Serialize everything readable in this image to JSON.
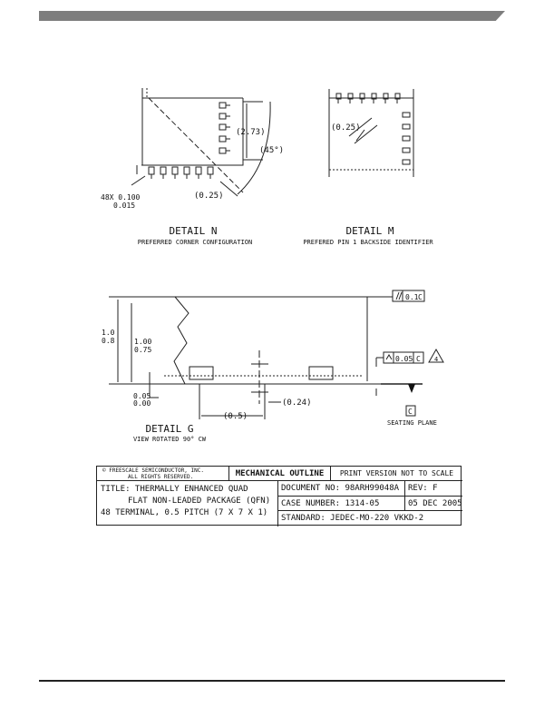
{
  "detail_n": {
    "title": "DETAIL N",
    "subtitle": "PREFERRED CORNER CONFIGURATION",
    "dim_273": "(2.73)",
    "dim_45": "(45°)",
    "dim_025": "(0.25)",
    "dim_pins_1": "48X 0.100",
    "dim_pins_2": "0.015"
  },
  "detail_m": {
    "title": "DETAIL M",
    "subtitle": "PREFERED PIN 1 BACKSIDE IDENTIFIER",
    "dim_025": "(0.25)"
  },
  "detail_g": {
    "title": "DETAIL G",
    "subtitle": "VIEW ROTATED 90° CW",
    "dim_10": "1.0",
    "dim_08": "0.8",
    "dim_100": "1.00",
    "dim_075": "0.75",
    "dim_005": "0.05",
    "dim_000": "0.00",
    "dim_05": "(0.5)",
    "dim_024": "(0.24)",
    "tol_parallel_value": "0.1",
    "tol_parallel_datum": "C",
    "tol_flat_value": "0.05",
    "tol_flat_datum": "C",
    "note_number": "4",
    "datum_label": "C",
    "seating_plane": "SEATING PLANE"
  },
  "title_block": {
    "copyright_1": "© FREESCALE SEMICONDUCTOR, INC.",
    "copyright_2": "ALL RIGHTS RESERVED.",
    "mechanical_outline": "MECHANICAL OUTLINE",
    "print_version": "PRINT VERSION NOT TO SCALE",
    "title_line_1": "TITLE: THERMALLY ENHANCED QUAD",
    "title_line_2": "FLAT NON-LEADED PACKAGE (QFN)",
    "title_line_3": "48 TERMINAL, 0.5 PITCH (7 X 7 X 1)",
    "document_no": "DOCUMENT NO: 98ARH99048A",
    "rev": "REV: F",
    "case_number": "CASE NUMBER: 1314-05",
    "date": "05 DEC 2005",
    "standard": "STANDARD: JEDEC-MO-220 VKKD-2"
  }
}
